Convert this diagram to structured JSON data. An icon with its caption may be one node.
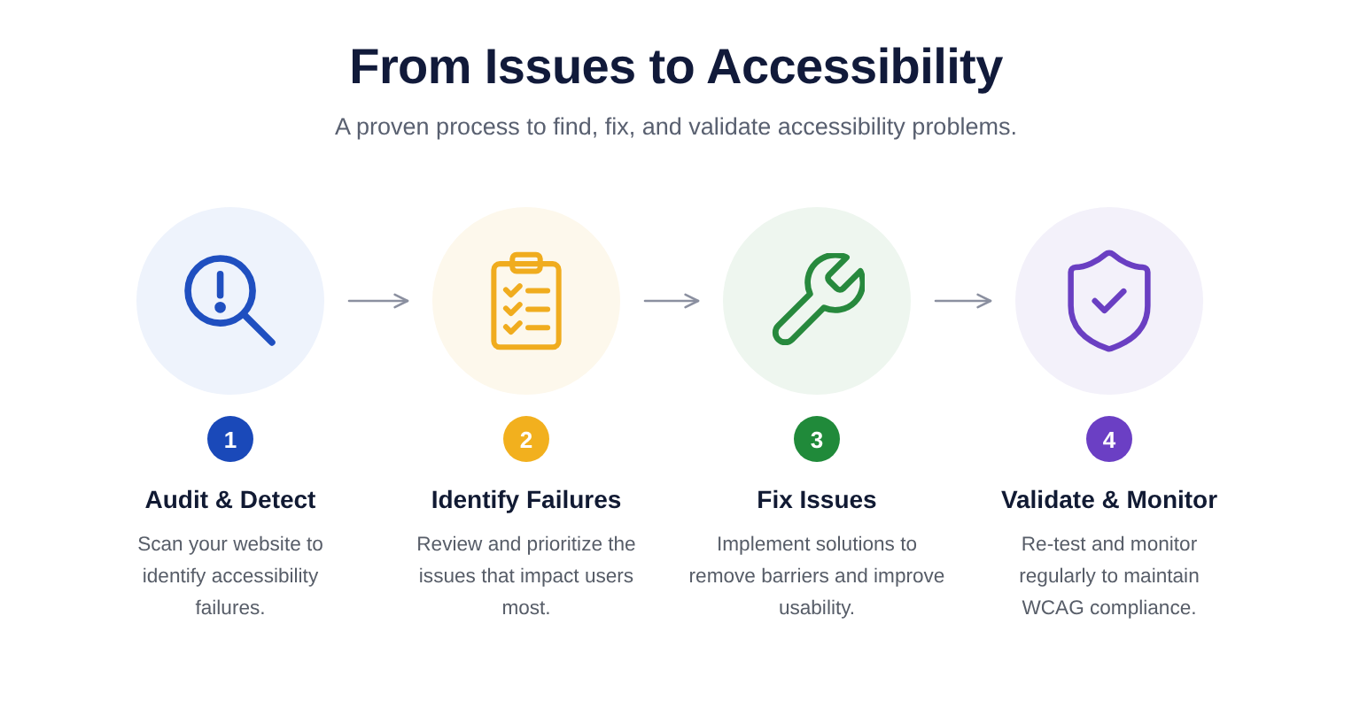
{
  "diagram": {
    "title": "From Issues to Accessibility",
    "nodes": [
      {
        "text": [],
        "shape": "circle"
      },
      {
        "text": [
          "1"
        ],
        "beside": [
          "Audit & Detect",
          "Scan your website to identify accessibility failures."
        ]
      },
      {
        "text": [],
        "shape": "circle"
      },
      {
        "text": [
          "2"
        ],
        "beside": [
          "Identify Failures",
          "Review and prioritize the issues that impact users most."
        ]
      },
      {
        "text": [],
        "shape": "circle"
      },
      {
        "text": [
          "3"
        ],
        "beside": [
          "Fix Issues",
          "Implement solutions to remove barriers and improve usability."
        ]
      },
      {
        "text": [],
        "shape": "circle"
      },
      {
        "text": [
          "4"
        ],
        "beside": [
          "Validate & Monitor",
          "Re-test and monitor regularly to maintain WCAG compliance."
        ]
      }
    ],
    "edges": [
      {
        "from": 0,
        "to": 2,
        "arrow": "to"
      },
      {
        "from": 2,
        "to": 4,
        "arrow": "to"
      },
      {
        "from": 4,
        "to": 6,
        "arrow": "to"
      }
    ],
    "labels": [
      "A proven process to find, fix, and validate accessibility problems."
    ]
  }
}
